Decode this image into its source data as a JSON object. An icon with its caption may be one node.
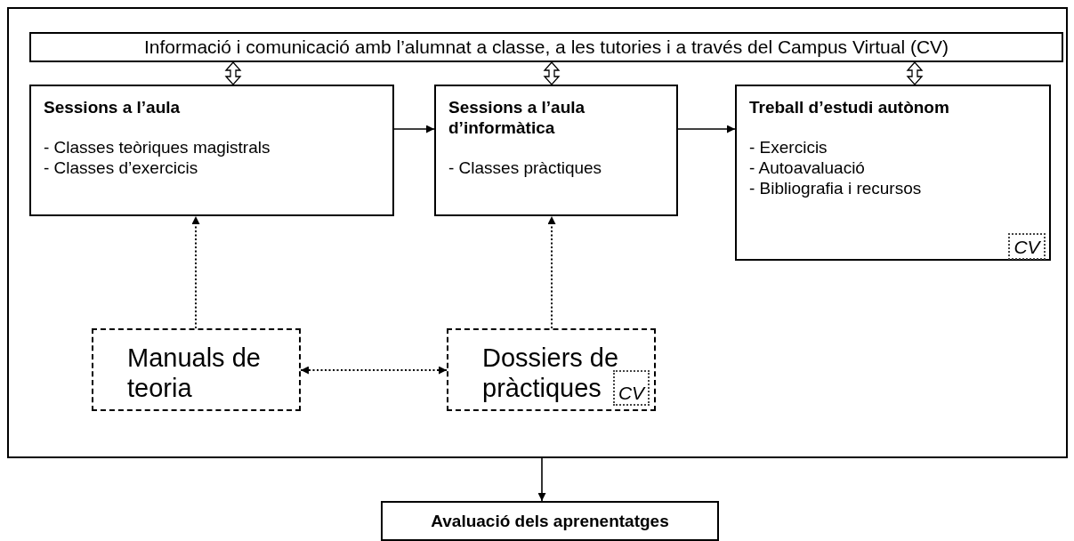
{
  "diagram": {
    "nodes": [
      {
        "text": [],
        "shape": "box"
      },
      {
        "text": [
          "Informació i comunicació amb l’alumnat a classe, a les tutories i a través del Campus Virtual (CV)"
        ],
        "in": 0
      },
      {
        "text": [
          "Sessions a l’aula",
          "- Classes teòriques magistrals",
          "- Classes d’exercicis"
        ],
        "in": 0
      },
      {
        "text": [
          "Sessions a l’aula d’informàtica",
          "- Classes pràctiques"
        ],
        "in": 0
      },
      {
        "text": [
          "Treball d’estudi autònom",
          "- Exercicis",
          "- Autoavaluació",
          "- Bibliografia i recursos"
        ],
        "in": 0
      },
      {
        "text": [
          "CV"
        ],
        "in": 4
      },
      {
        "text": [
          "Manuals de teoria"
        ],
        "in": 0
      },
      {
        "text": [
          "Dossiers de pràctiques"
        ],
        "in": 0
      },
      {
        "text": [
          "CV"
        ],
        "in": 7
      },
      {
        "text": [
          "Avaluació dels aprenentatges"
        ]
      }
    ],
    "edges": [
      {
        "from": 1,
        "to": 2,
        "arrow": "both",
        "style": "thick"
      },
      {
        "from": 1,
        "to": 3,
        "arrow": "both",
        "style": "thick"
      },
      {
        "from": 1,
        "to": 4,
        "arrow": "both",
        "style": "thick"
      },
      {
        "from": 2,
        "to": 3,
        "arrow": "to"
      },
      {
        "from": 3,
        "to": 4,
        "arrow": "to"
      },
      {
        "from": 6,
        "to": 2,
        "arrow": "to",
        "style": "dashed"
      },
      {
        "from": 7,
        "to": 3,
        "arrow": "to",
        "style": "dashed"
      },
      {
        "from": 6,
        "to": 7,
        "arrow": "both",
        "style": "dashed"
      },
      {
        "from": 0,
        "to": 9,
        "arrow": "to"
      }
    ]
  }
}
